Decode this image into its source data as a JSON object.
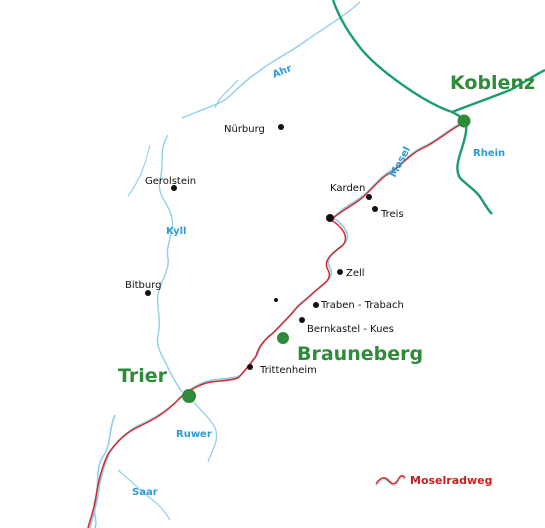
{
  "colors": {
    "river": "#8fcfee",
    "rhein": "#1a9e6a",
    "route": "#d62b2b",
    "highlight": "#2e8b3a",
    "town": "#111111",
    "river_label": "#2b9bd8"
  },
  "highlight_towns": {
    "koblenz": "Koblenz",
    "brauneberg": "Brauneberg",
    "trier": "Trier"
  },
  "towns": {
    "nurburg": "Nürburg",
    "gerolstein": "Gerolstein",
    "bitburg": "Bitburg",
    "karden": "Karden",
    "treis": "Treis",
    "zell": "Zell",
    "traben_trarbach": "Traben - Trabach",
    "bernkastel_kues": "Bernkastel - Kues",
    "trittenheim": "Trittenheim"
  },
  "rivers": {
    "ahr": "Ahr",
    "mosel": "Mosel",
    "rhein": "Rhein",
    "kyll": "Kyll",
    "ruwer": "Ruwer",
    "saar": "Saar"
  },
  "legend": {
    "route_label": "Moselradweg",
    "route_icon": "route-squiggle-icon"
  }
}
